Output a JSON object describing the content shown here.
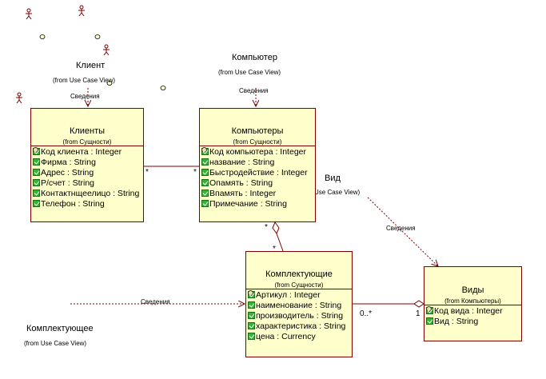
{
  "actor_client": {
    "name": "Клиент",
    "from": "(from Use Case View)"
  },
  "actor_computer": {
    "name": "Компьютер",
    "from": "(from Use Case View)"
  },
  "actor_type": {
    "name": "Вид",
    "from": "Use Case View)"
  },
  "actor_component": {
    "name": "Комплектующее",
    "from": "(from Use Case View)"
  },
  "dep_label": "Сведения",
  "classes": {
    "clients": {
      "name": "Клиенты",
      "stereo": "(from Сущности)",
      "attrs": [
        "Код клиента : Integer",
        "Фирма : String",
        "Адрес : String",
        "Р/счет : String",
        "Контактнщеелицо : String",
        "Телефон : String"
      ]
    },
    "computers": {
      "name": "Компьютеры",
      "stereo": "(from Сущности)",
      "attrs": [
        "Код компьютера : Integer",
        "название : String",
        "Быстродействие : Integer",
        "Опамять : String",
        "Впамять : Integer",
        "Примечание : String"
      ]
    },
    "components": {
      "name": "Комплектующие",
      "stereo": "(from Сущности)",
      "attrs": [
        "Артикул : Integer",
        "наименование : String",
        "производитель : String",
        "характеристика : String",
        "цена : Currency"
      ]
    },
    "types": {
      "name": "Виды",
      "stereo": "(from Компьютеры)",
      "attrs": [
        "Код вида : Integer",
        "Вид : String"
      ]
    }
  },
  "multiplicity": {
    "client_side": "*",
    "computer_side": "*",
    "computer_bottom": "*",
    "component_top": "*",
    "component_right": "0..*",
    "type_left": "1"
  }
}
